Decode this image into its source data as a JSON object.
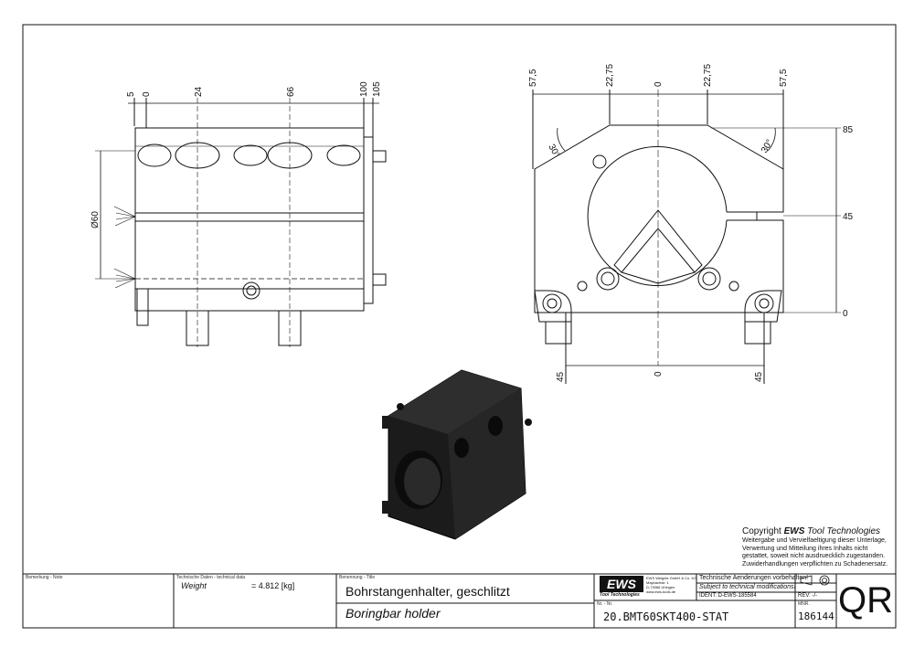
{
  "dims": {
    "top_5": "5",
    "top_0": "0",
    "top_24": "24",
    "top_66": "66",
    "top_100": "100",
    "top_105": "105",
    "dia": "Ø60",
    "r_575_left": "57,5",
    "r_2275_left": "22,75",
    "r_0": "0",
    "r_2275_right": "22,75",
    "r_575_right": "57,5",
    "ang_left": "30°",
    "ang_right": "30°",
    "v_85": "85",
    "v_45": "45",
    "v_0": "0",
    "b_45_left": "45",
    "b_0": "0",
    "b_45_right": "45"
  },
  "copyright": {
    "heading_prefix": "Copyright",
    "brand": "EWS",
    "heading_suffix": "Tool Technologies",
    "lines": [
      "Weitergabe und Vervielfaeltigung dieser Unterlage,",
      "Verwertung und Mitteilung ihres Inhalts nicht",
      "gestattet, soweit nicht ausdruecklich zugestanden.",
      "Zuwiderhandlungen verpflichten zu Schadenersatz."
    ]
  },
  "title_block": {
    "remark_label": "Bemerkung - Note",
    "tech_label": "Technische Daten - technical data",
    "weight_label": "Weight",
    "weight_value": "=   4.812 [kg]",
    "title_label": "Benennung - Title",
    "title_de": "Bohrstangenhalter, geschlitzt",
    "title_en": "Boringbar holder",
    "logo_text": "EWS",
    "logo_sub": "Tool Technologies",
    "company_lines": [
      "EWS Weigele GmbH & Co. KG",
      "Maybachstr. 1",
      "D-73066 Uhingen",
      "www.ews-tools.de"
    ],
    "notice_de": "Technische Aenderungen vorbehalten!",
    "notice_en": "Subject to technical modifications!",
    "ident": "IDENT: D-EWS-185584",
    "rev": "REV: -/-",
    "nr_label": "Nr. - Nr.",
    "part_number": "20.BMT60SKT400-STAT",
    "mnr_label": "MNR.",
    "mnr": "186144",
    "qr": "QR"
  }
}
